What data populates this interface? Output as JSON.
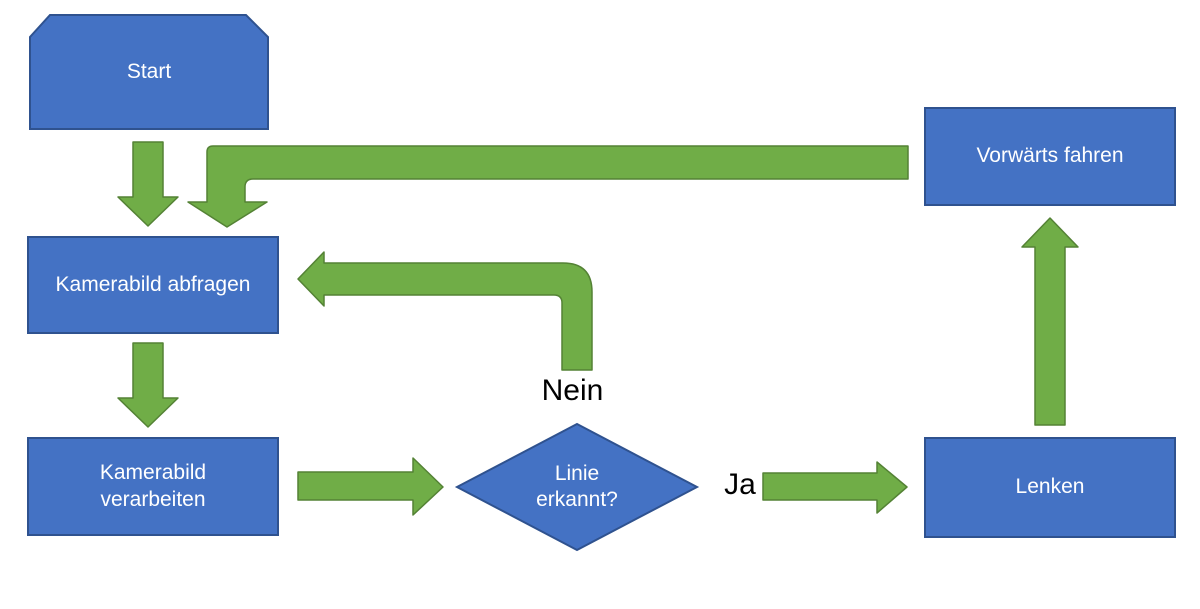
{
  "diagram": {
    "nodes": {
      "start": "Start",
      "kamerabild_abfragen": "Kamerabild abfragen",
      "kamerabild_verarbeiten": "Kamerabild verarbeiten",
      "linie_erkannt": "Linie erkannt?",
      "lenken": "Lenken",
      "vorwaerts_fahren": "Vorwärts fahren"
    },
    "edge_labels": {
      "ja": "Ja",
      "nein": "Nein"
    },
    "colors": {
      "node_fill": "#4472C4",
      "node_border": "#2F528F",
      "arrow_fill": "#70AD47",
      "arrow_border": "#548235",
      "node_text": "#FFFFFF",
      "edge_label_text": "#000000",
      "background": "#FFFFFF"
    }
  }
}
